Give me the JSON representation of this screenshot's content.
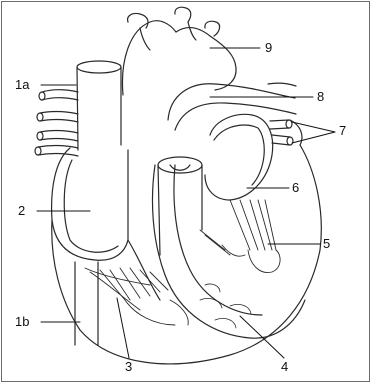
{
  "labels": {
    "l1a": "1a",
    "l1b": "1b",
    "l2": "2",
    "l3": "3",
    "l4": "4",
    "l5": "5",
    "l6": "6",
    "l7": "7",
    "l8": "8",
    "l9": "9"
  },
  "colors": {
    "stroke": "#2a2a2a",
    "frame": "#6b6b6b",
    "background": "#ffffff"
  }
}
